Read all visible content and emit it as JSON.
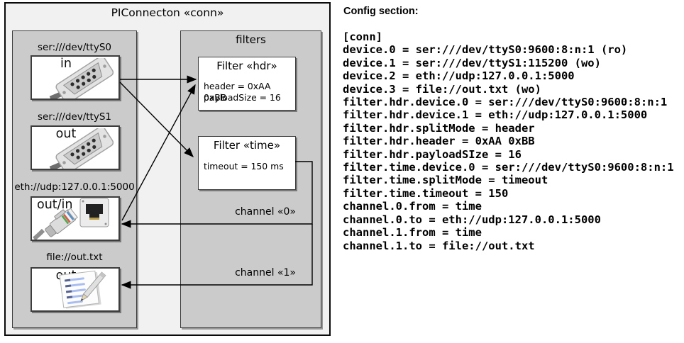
{
  "diagram": {
    "title": "PIConnecton «conn»",
    "filters_title": "filters",
    "devices": [
      {
        "uri": "ser:///dev/ttyS0",
        "port": "in",
        "icon": "serial-connector-icon"
      },
      {
        "uri": "ser:///dev/ttyS1",
        "port": "out",
        "icon": "serial-connector-icon"
      },
      {
        "uri": "eth://udp:127.0.0.1:5000",
        "port": "out/in",
        "icon": "ethernet-connector-icon"
      },
      {
        "uri": "file://out.txt",
        "port": "out",
        "icon": "file-notepad-icon"
      }
    ],
    "filters": [
      {
        "title": "Filter «hdr»",
        "attrs": [
          "header = 0xAA 0xBB",
          "payloadSize = 16"
        ]
      },
      {
        "title": "Filter «time»",
        "attrs": [
          "timeout = 150 ms"
        ]
      }
    ],
    "channels": [
      {
        "label": "channel «0»"
      },
      {
        "label": "channel «1»"
      }
    ]
  },
  "config": {
    "heading": "Config section:",
    "lines": [
      "[conn]",
      "device.0 = ser:///dev/ttyS0:9600:8:n:1 (ro)",
      "device.1 = ser:///dev/ttyS1:115200 (wo)",
      "device.2 = eth://udp:127.0.0.1:5000",
      "device.3 = file://out.txt (wo)",
      "filter.hdr.device.0 = ser:///dev/ttyS0:9600:8:n:1",
      "filter.hdr.device.1 = eth://udp:127.0.0.1:5000",
      "filter.hdr.splitMode = header",
      "filter.hdr.header = 0xAA 0xBB",
      "filter.hdr.payloadSIze = 16",
      "filter.time.device.0 = ser:///dev/ttyS0:9600:8:n:1",
      "filter.time.splitMode = timeout",
      "filter.time.timeout = 150",
      "channel.0.from = time",
      "channel.0.to = eth://udp:127.0.0.1:5000",
      "channel.1.from = time",
      "channel.1.to = file://out.txt"
    ]
  },
  "colors": {
    "diagram_bg": "#f1f1f1",
    "panel_bg": "#cbcbcb",
    "box_bg": "#ffffff",
    "box_border": "#3d3d3d",
    "outer_border": "#0a0a0a",
    "arrow": "#000000",
    "text": "#000000"
  }
}
